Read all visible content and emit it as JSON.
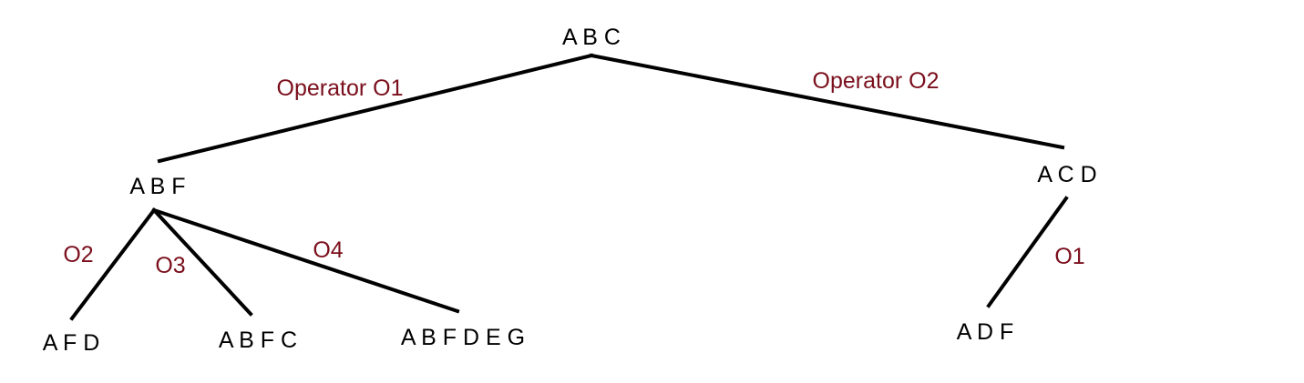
{
  "diagram": {
    "nodes": {
      "root": "A B C",
      "abf": "A B F",
      "acd": "A C D",
      "afd": "A F D",
      "abfc": "A B F C",
      "abfdeg": "A B F D E G",
      "adf": "A D F"
    },
    "edges": {
      "root_abf": "Operator O1",
      "root_acd": "Operator O2",
      "abf_afd": "O2",
      "abf_abfc": "O3",
      "abf_abfdeg": "O4",
      "acd_adf": "O1"
    },
    "colors": {
      "node_text": "#000000",
      "edge_text": "#7a0f1c",
      "edge_line": "#000000"
    }
  }
}
